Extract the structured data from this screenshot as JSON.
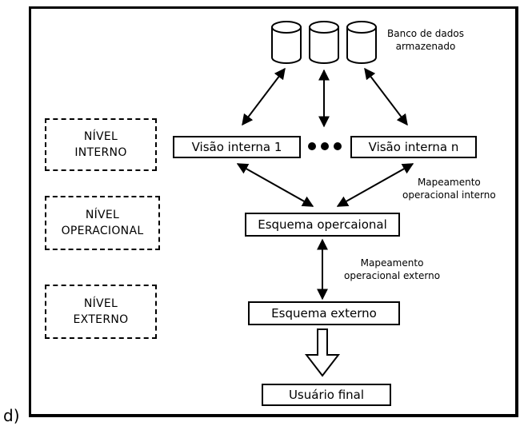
{
  "prefix": "d)",
  "levels": {
    "internal": [
      "NÍVEL",
      "INTERNO"
    ],
    "operational": [
      "NÍVEL",
      "OPERACIONAL"
    ],
    "external": [
      "NÍVEL",
      "EXTERNO"
    ]
  },
  "database_label": [
    "Banco de dados",
    "armazenado"
  ],
  "boxes": {
    "internal_view_1": "Visão interna 1",
    "internal_view_n": "Visão interna n",
    "operational_schema": "Esquema opercaional",
    "external_schema": "Esquema externo",
    "end_user": "Usuário final"
  },
  "notes": {
    "internal_mapping": [
      "Mapeamento",
      "operacional interno"
    ],
    "external_mapping": [
      "Mapeamento",
      "operacional externo"
    ]
  }
}
